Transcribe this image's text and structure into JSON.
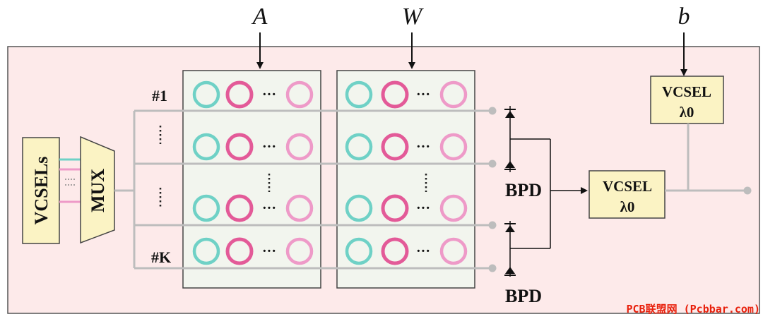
{
  "labels": {
    "matrix_a": "A",
    "matrix_w": "W",
    "bias": "b",
    "vcsels": "VCSELs",
    "mux": "MUX",
    "row_first": "#1",
    "row_last": "#K",
    "bpd_top": "BPD",
    "bpd_bottom": "BPD",
    "vcsel_out_line1": "VCSEL",
    "vcsel_out_line2": "λ0",
    "vcsel_bias_line1": "VCSEL",
    "vcsel_bias_line2": "λ0",
    "dots_inline": "···",
    "watermark": "PCB联盟网 (Pcbbar.com)"
  },
  "colors": {
    "frame_bg": "#fdeaea",
    "matrix_bg": "#f2f5ee",
    "box_yellow": "#fbf3c4",
    "ring_teal": "#6fd1c6",
    "ring_magenta": "#e35a98",
    "ring_pink": "#ee9ac8",
    "wire_gray": "#bdbdbd",
    "watermark": "#e8200c"
  }
}
